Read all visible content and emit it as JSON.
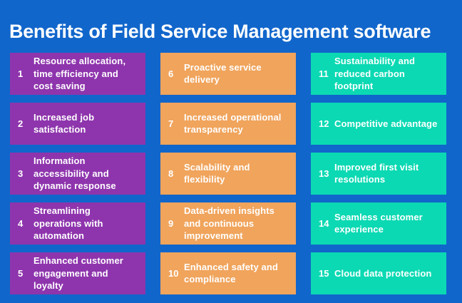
{
  "title": "Benefits of Field Service Management software",
  "colors": {
    "background": "#1166CB",
    "card_purple": "#8E35AD",
    "card_orange": "#F0A45C",
    "card_teal": "#0BD9B3",
    "text": "#FFFFFF"
  },
  "columns": [
    {
      "theme": "purple",
      "items": [
        {
          "number": "1",
          "label": "Resource allocation, time efficiency and cost saving"
        },
        {
          "number": "2",
          "label": "Increased job satisfaction"
        },
        {
          "number": "3",
          "label": "Information accessibility and dynamic response"
        },
        {
          "number": "4",
          "label": "Streamlining operations with automation"
        },
        {
          "number": "5",
          "label": "Enhanced customer engagement and loyalty"
        }
      ]
    },
    {
      "theme": "orange",
      "items": [
        {
          "number": "6",
          "label": "Proactive service delivery"
        },
        {
          "number": "7",
          "label": "Increased operational transparency"
        },
        {
          "number": "8",
          "label": "Scalability and flexibility"
        },
        {
          "number": "9",
          "label": "Data-driven insights and continuous improvement"
        },
        {
          "number": "10",
          "label": "Enhanced safety and compliance"
        }
      ]
    },
    {
      "theme": "teal",
      "items": [
        {
          "number": "11",
          "label": "Sustainability and reduced carbon footprint"
        },
        {
          "number": "12",
          "label": "Competitive advantage"
        },
        {
          "number": "13",
          "label": "Improved first visit resolutions"
        },
        {
          "number": "14",
          "label": "Seamless customer experience"
        },
        {
          "number": "15",
          "label": "Cloud data protection"
        }
      ]
    }
  ]
}
